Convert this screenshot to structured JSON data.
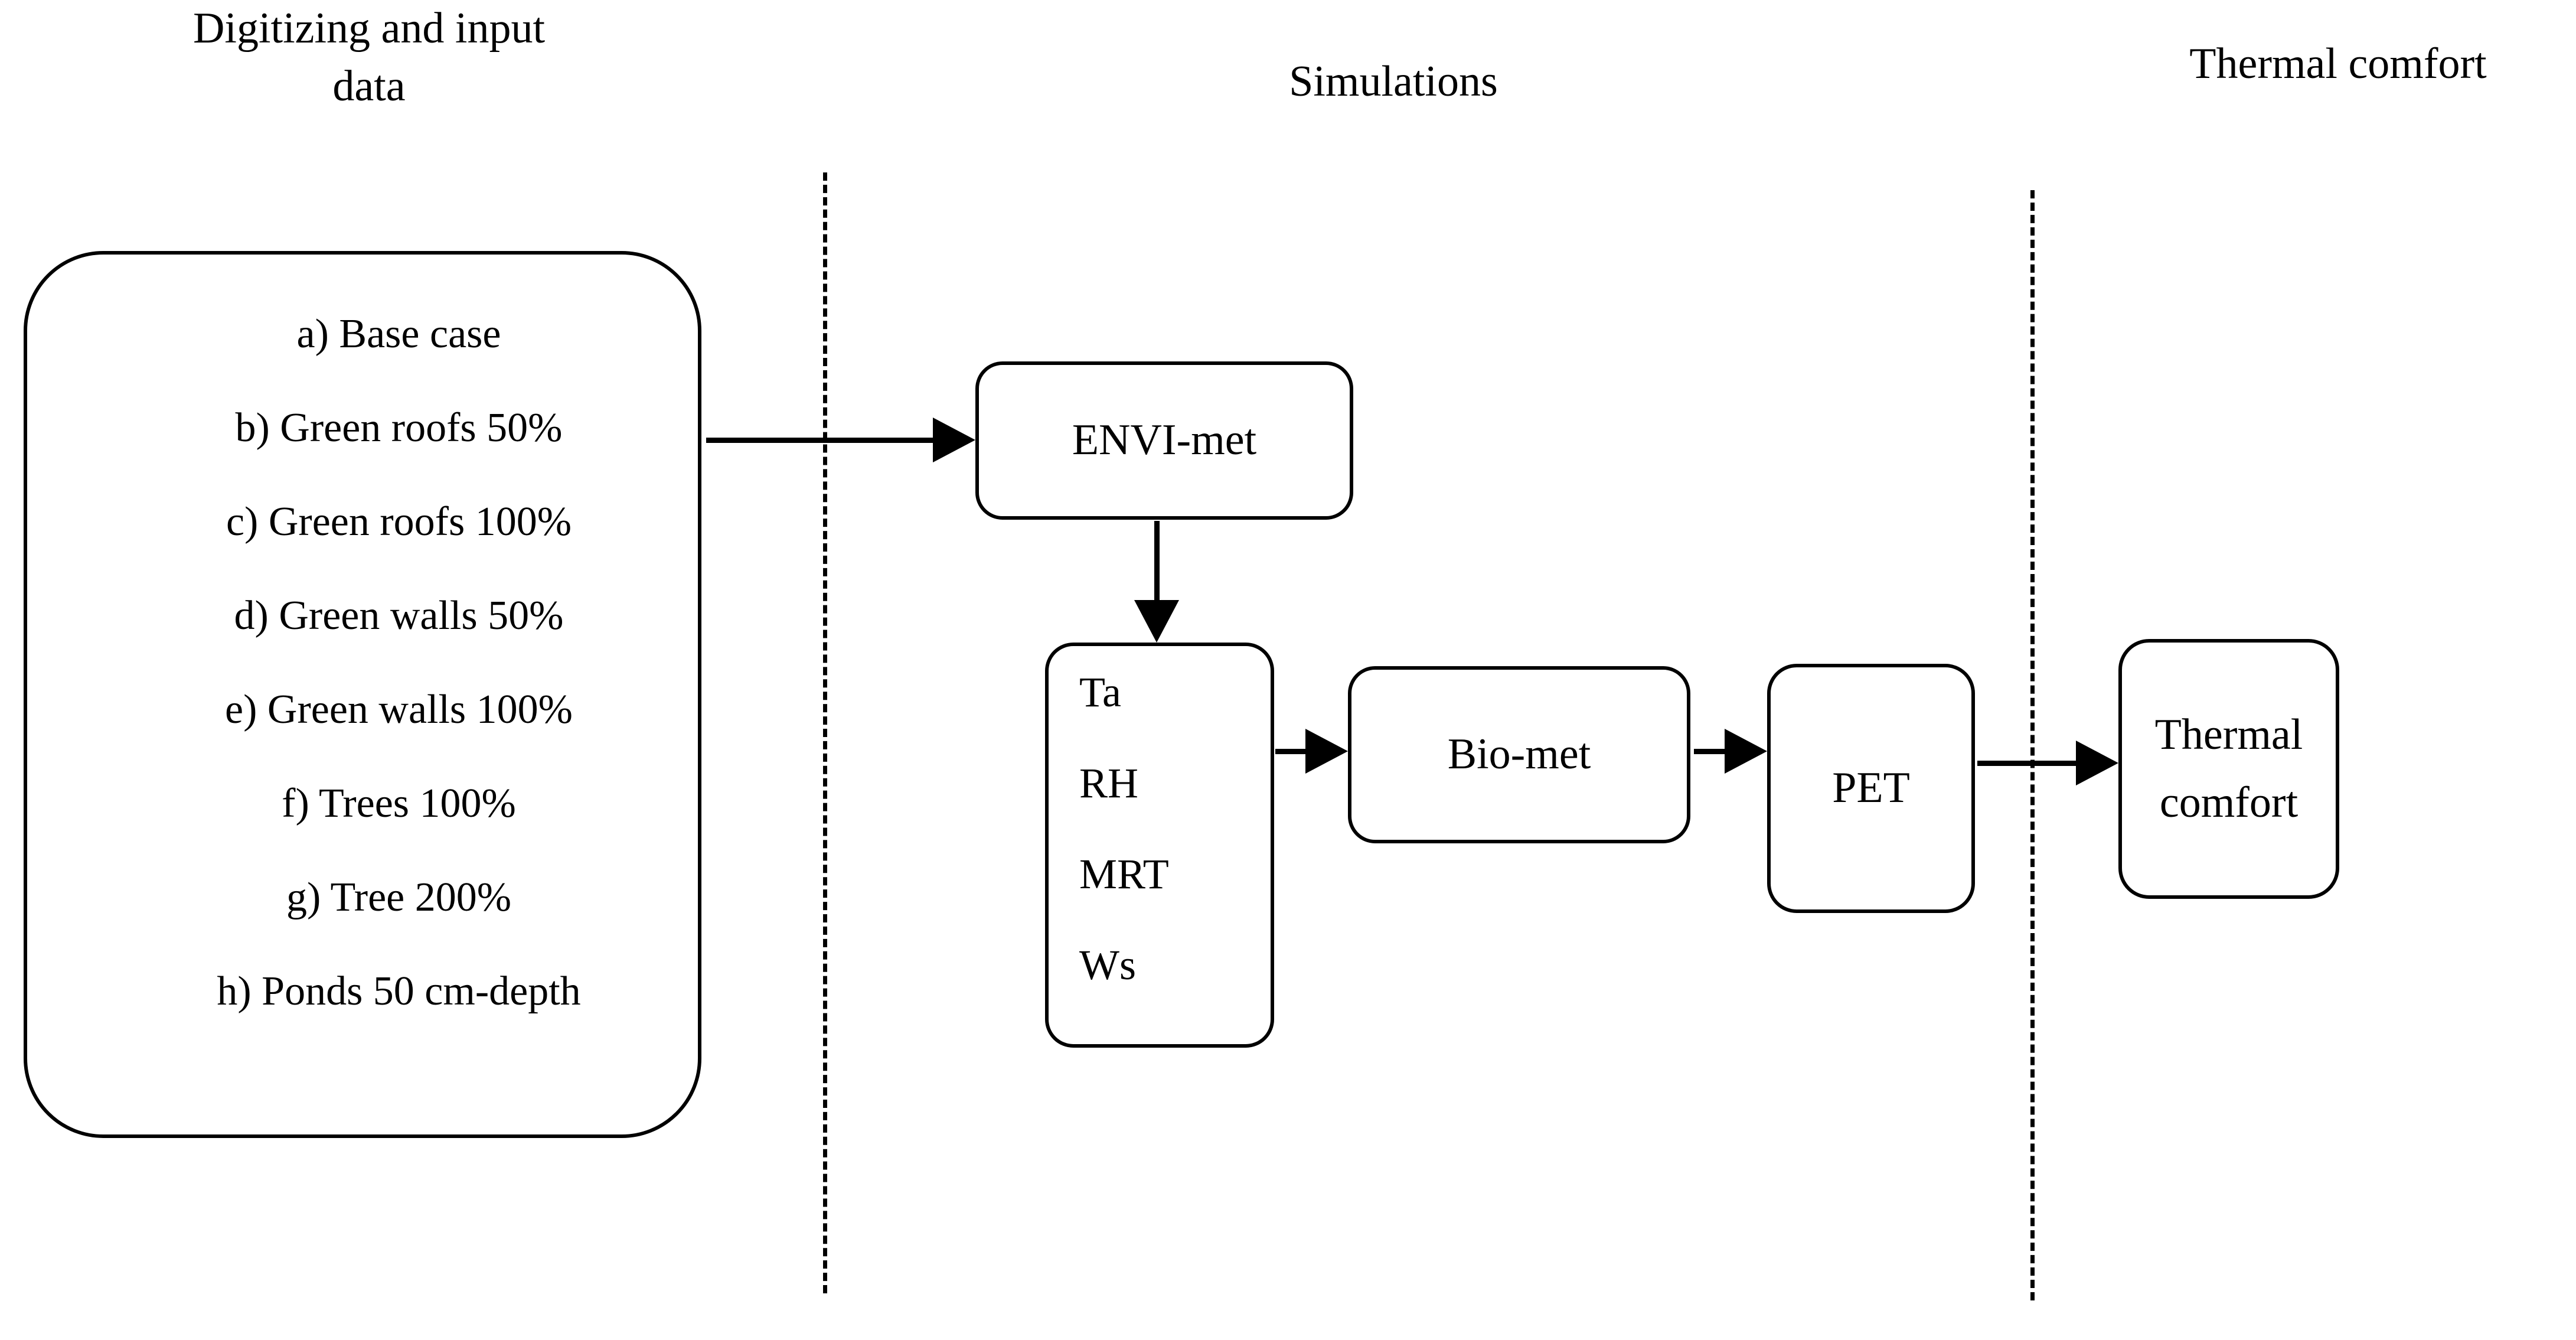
{
  "headings": {
    "digitizing": "Digitizing and input\ndata",
    "simulations": "Simulations",
    "thermal_comfort": "Thermal comfort"
  },
  "scenarios_box": {
    "items": [
      "a) Base case",
      "b) Green roofs 50%",
      "c) Green roofs 100%",
      "d) Green walls 50%",
      "e) Green walls 100%",
      "f) Trees 100%",
      "g) Tree 200%",
      "h) Ponds 50 cm-depth"
    ]
  },
  "nodes": {
    "envimet": "ENVI-met",
    "biomet": "Bio-met",
    "pet": "PET",
    "thermal_comfort_line1": "Thermal",
    "thermal_comfort_line2": "comfort"
  },
  "variables_box": {
    "items": [
      "Ta",
      "RH",
      "MRT",
      "Ws"
    ]
  },
  "colors": {
    "stroke": "#000000",
    "background": "#ffffff",
    "text": "#000000"
  }
}
